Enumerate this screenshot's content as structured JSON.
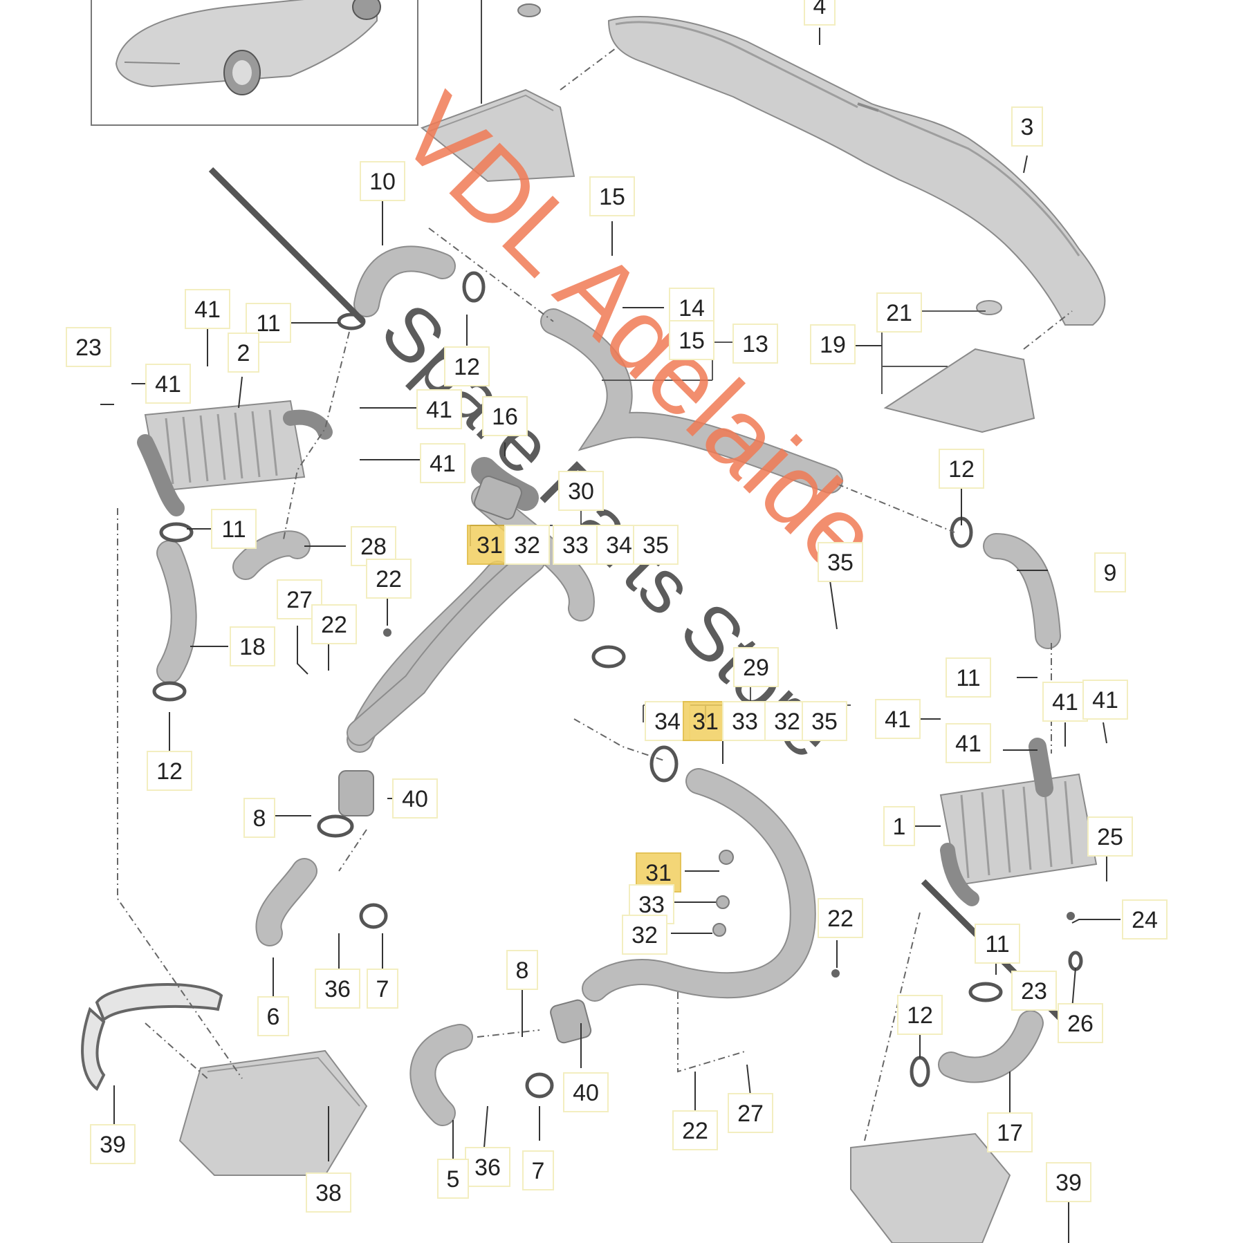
{
  "watermark": {
    "line1": "VDL Adelaide",
    "line2": "Spare Parts Store",
    "line1_color": "#f07a55",
    "line2_color": "#333333"
  },
  "callouts": [
    {
      "id": "c4",
      "text": "4"
    },
    {
      "id": "c3",
      "text": "3"
    },
    {
      "id": "c10",
      "text": "10"
    },
    {
      "id": "c15a",
      "text": "15"
    },
    {
      "id": "c14",
      "text": "14"
    },
    {
      "id": "c15b",
      "text": "15"
    },
    {
      "id": "c13",
      "text": "13"
    },
    {
      "id": "c21",
      "text": "21"
    },
    {
      "id": "c19",
      "text": "19"
    },
    {
      "id": "c41a",
      "text": "41"
    },
    {
      "id": "c11a",
      "text": "11"
    },
    {
      "id": "c23a",
      "text": "23"
    },
    {
      "id": "c2",
      "text": "2"
    },
    {
      "id": "c12a",
      "text": "12"
    },
    {
      "id": "c41b",
      "text": "41"
    },
    {
      "id": "c41c",
      "text": "41"
    },
    {
      "id": "c16",
      "text": "16"
    },
    {
      "id": "c41d",
      "text": "41"
    },
    {
      "id": "c12b",
      "text": "12"
    },
    {
      "id": "c30",
      "text": "30"
    },
    {
      "id": "c11b",
      "text": "11"
    },
    {
      "id": "c31a",
      "text": "31"
    },
    {
      "id": "c32a",
      "text": "32"
    },
    {
      "id": "c33a",
      "text": "33"
    },
    {
      "id": "c34a",
      "text": "34"
    },
    {
      "id": "c35a",
      "text": "35"
    },
    {
      "id": "c28",
      "text": "28"
    },
    {
      "id": "c9",
      "text": "9"
    },
    {
      "id": "c35b",
      "text": "35"
    },
    {
      "id": "c22a",
      "text": "22"
    },
    {
      "id": "c27a",
      "text": "27"
    },
    {
      "id": "c22b",
      "text": "22"
    },
    {
      "id": "c18",
      "text": "18"
    },
    {
      "id": "c29",
      "text": "29"
    },
    {
      "id": "c11c",
      "text": "11"
    },
    {
      "id": "c41e",
      "text": "41"
    },
    {
      "id": "c41f",
      "text": "41"
    },
    {
      "id": "c34b",
      "text": "34"
    },
    {
      "id": "c31b",
      "text": "31"
    },
    {
      "id": "c33b",
      "text": "33"
    },
    {
      "id": "c32b",
      "text": "32"
    },
    {
      "id": "c35c",
      "text": "35"
    },
    {
      "id": "c41g",
      "text": "41"
    },
    {
      "id": "c41h",
      "text": "41"
    },
    {
      "id": "c12c",
      "text": "12"
    },
    {
      "id": "c40a",
      "text": "40"
    },
    {
      "id": "c8a",
      "text": "8"
    },
    {
      "id": "c1",
      "text": "1"
    },
    {
      "id": "c25",
      "text": "25"
    },
    {
      "id": "c31c",
      "text": "31"
    },
    {
      "id": "c33c",
      "text": "33"
    },
    {
      "id": "c32c",
      "text": "32"
    },
    {
      "id": "c22c",
      "text": "22"
    },
    {
      "id": "c24",
      "text": "24"
    },
    {
      "id": "c11d",
      "text": "11"
    },
    {
      "id": "c23b",
      "text": "23"
    },
    {
      "id": "c36a",
      "text": "36"
    },
    {
      "id": "c7a",
      "text": "7"
    },
    {
      "id": "c6",
      "text": "6"
    },
    {
      "id": "c8b",
      "text": "8"
    },
    {
      "id": "c26",
      "text": "26"
    },
    {
      "id": "c12d",
      "text": "12"
    },
    {
      "id": "c40b",
      "text": "40"
    },
    {
      "id": "c39a",
      "text": "39"
    },
    {
      "id": "c27b",
      "text": "27"
    },
    {
      "id": "c22d",
      "text": "22"
    },
    {
      "id": "c17",
      "text": "17"
    },
    {
      "id": "c38",
      "text": "38"
    },
    {
      "id": "c36b",
      "text": "36"
    },
    {
      "id": "c7b",
      "text": "7"
    },
    {
      "id": "c5",
      "text": "5"
    },
    {
      "id": "c39b",
      "text": "39"
    }
  ]
}
